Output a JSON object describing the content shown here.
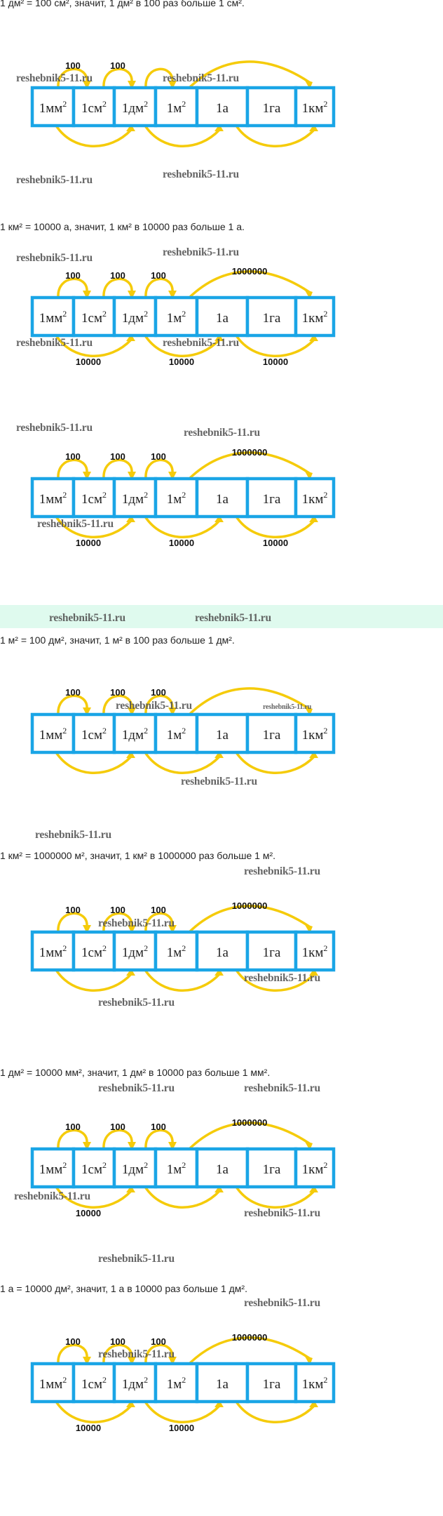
{
  "watermark": "reshebnik5-11.ru",
  "texts": [
    "1 дм² = 100 см², значит, 1 дм² в 100 раз больше 1 см².",
    "1 км² = 10000 а, значит, 1 км² в 10000 раз больше 1 а.",
    "1 м² =  100 дм², значит, 1 м² в 100 раз больше 1 дм².",
    "1 км² =  1000000 м², значит, 1 км² в 1000000 раз больше 1 м².",
    "1 дм² = 10000 мм², значит, 1 дм² в 10000 раз больше 1 мм².",
    "1 а = 10000 дм², значит, 1 а в 10000 раз больше 1 дм²."
  ],
  "cells": [
    {
      "base": "1мм",
      "sup": "2"
    },
    {
      "base": "1см",
      "sup": "2"
    },
    {
      "base": "1дм",
      "sup": "2"
    },
    {
      "base": "1м",
      "sup": "2"
    },
    {
      "base": "1а",
      "sup": ""
    },
    {
      "base": "1га",
      "sup": ""
    },
    {
      "base": "1км",
      "sup": "2"
    }
  ],
  "colors": {
    "box": "#1aa5e6",
    "arrow": "#f5cb0a"
  },
  "diagrams": [
    {
      "top_labels": [
        "100",
        "100",
        null,
        null
      ],
      "bottom_labels": [
        null,
        null,
        null
      ]
    },
    {
      "top_labels": [
        "100",
        "100",
        "100",
        "1000000"
      ],
      "bottom_labels": [
        "10000",
        "10000",
        "10000"
      ]
    },
    {
      "top_labels": [
        "100",
        "100",
        "100",
        "1000000"
      ],
      "bottom_labels": [
        "10000",
        "10000",
        "10000"
      ]
    },
    {
      "top_labels": [
        "100",
        "100",
        "100",
        null
      ],
      "bottom_labels": [
        null,
        null,
        null
      ]
    },
    {
      "top_labels": [
        "100",
        "100",
        "100",
        "1000000"
      ],
      "bottom_labels": [
        null,
        null,
        null
      ]
    },
    {
      "top_labels": [
        "100",
        "100",
        "100",
        "1000000"
      ],
      "bottom_labels": [
        "10000",
        null,
        null
      ]
    },
    {
      "top_labels": [
        "100",
        "100",
        "100",
        "1000000"
      ],
      "bottom_labels": [
        "10000",
        "10000",
        null
      ]
    }
  ]
}
